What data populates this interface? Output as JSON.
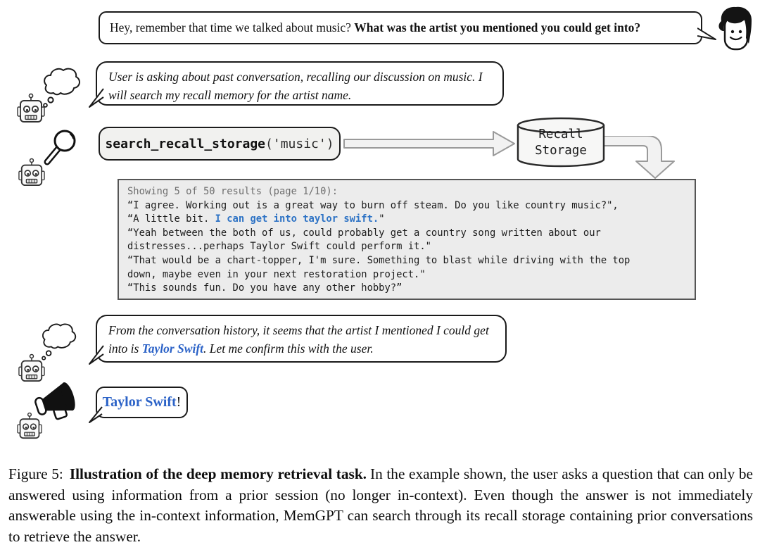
{
  "figure": {
    "user_message": {
      "normal": "Hey, remember that time we talked about music? ",
      "bold": "What was the artist you mentioned you could get into?"
    },
    "thought_1": {
      "text": "User is asking about past conversation, recalling our discussion on music. I will search my recall memory for the artist name."
    },
    "function_call": {
      "name": "search_recall_storage",
      "args": "('music')"
    },
    "recall_storage": {
      "line1": "Recall",
      "line2": "Storage"
    },
    "results_box": {
      "header": "Showing 5 of 50 results (page 1/10):",
      "lines": [
        {
          "pre": "“I agree. Working out is a great way to burn off steam. Do you like country music?\","
        },
        {
          "pre": "“A little bit. ",
          "blue": "I can get into taylor swift.",
          "post": "\""
        },
        {
          "pre": "“Yeah between the both of us, could probably get a country song written about our"
        },
        {
          "pre": "distresses...perhaps Taylor Swift could perform it.\""
        },
        {
          "pre": "“That would be a chart-topper, I'm sure. Something to blast while driving with the top"
        },
        {
          "pre": "down, maybe even in your next restoration project.\""
        },
        {
          "pre": "“This sounds fun. Do you have any other hobby?”"
        }
      ]
    },
    "thought_2": {
      "pre": "From the conversation history, it seems that the artist I mentioned I could get into is ",
      "highlight": "Taylor Swift",
      "post": ". Let me confirm this with the user."
    },
    "speech": {
      "highlight": "Taylor Swift",
      "post": "!"
    },
    "caption": {
      "label": "Figure 5:",
      "bold": "Illustration of the deep memory retrieval task.",
      "text": "In the example shown, the user asks a question that can only be answered using information from a prior session (no longer in-context). Even though the answer is not immediately answerable using the in-context information, MemGPT can search through its recall storage containing prior conversations to retrieve the answer."
    },
    "icons": {
      "user_avatar": "smiling-person-with-dark-hair",
      "robot": "robot-face",
      "thought_cloud": "thought-cloud",
      "magnifier": "magnifying-glass",
      "megaphone": "megaphone",
      "recall_storage": "database-cylinder",
      "arrows": "block-arrow"
    },
    "colors": {
      "link_blue": "#2b62c7",
      "mono_blue": "#2e73c5",
      "results_bg": "#ececec",
      "panel_bg": "#f1f1ef"
    }
  }
}
